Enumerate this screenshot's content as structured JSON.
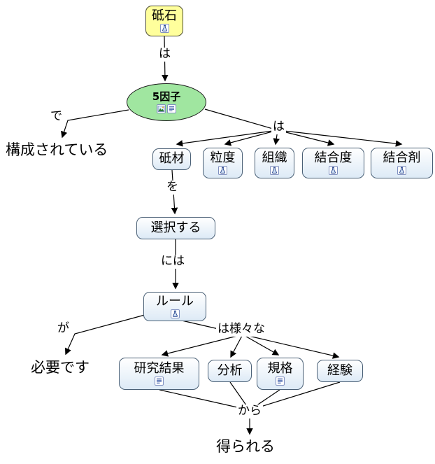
{
  "diagram": {
    "kind": "concept-map"
  },
  "nodes": {
    "grindstone": "砥石",
    "five_factors": "5因子",
    "is_composed": "構成されている",
    "abrasive": "砥材",
    "grain_size": "粒度",
    "structure": "組織",
    "bond_grade": "結合度",
    "bond_agent": "結合剤",
    "select_action": "選択する",
    "rule": "ルール",
    "necessary": "必要です",
    "research_results": "研究結果",
    "analysis": "分析",
    "standards": "規格",
    "experience": "経験",
    "obtained": "得られる"
  },
  "links": {
    "wa_top": "は",
    "de": "で",
    "wa_right": "は",
    "wo": "を",
    "niwa": "には",
    "ga": "が",
    "wa_various": "は様々な",
    "kara": "から"
  },
  "icons": {
    "flask": "flask-icon",
    "image": "image-icon",
    "document": "document-icon"
  },
  "colors": {
    "node_yellow": "#ffff9c",
    "node_green": "#a0e6a0",
    "box_fill_top": "#ffffff",
    "box_fill_bottom": "#ddeaf6",
    "box_border": "#4a6076",
    "line": "#000000",
    "text": "#000000"
  }
}
